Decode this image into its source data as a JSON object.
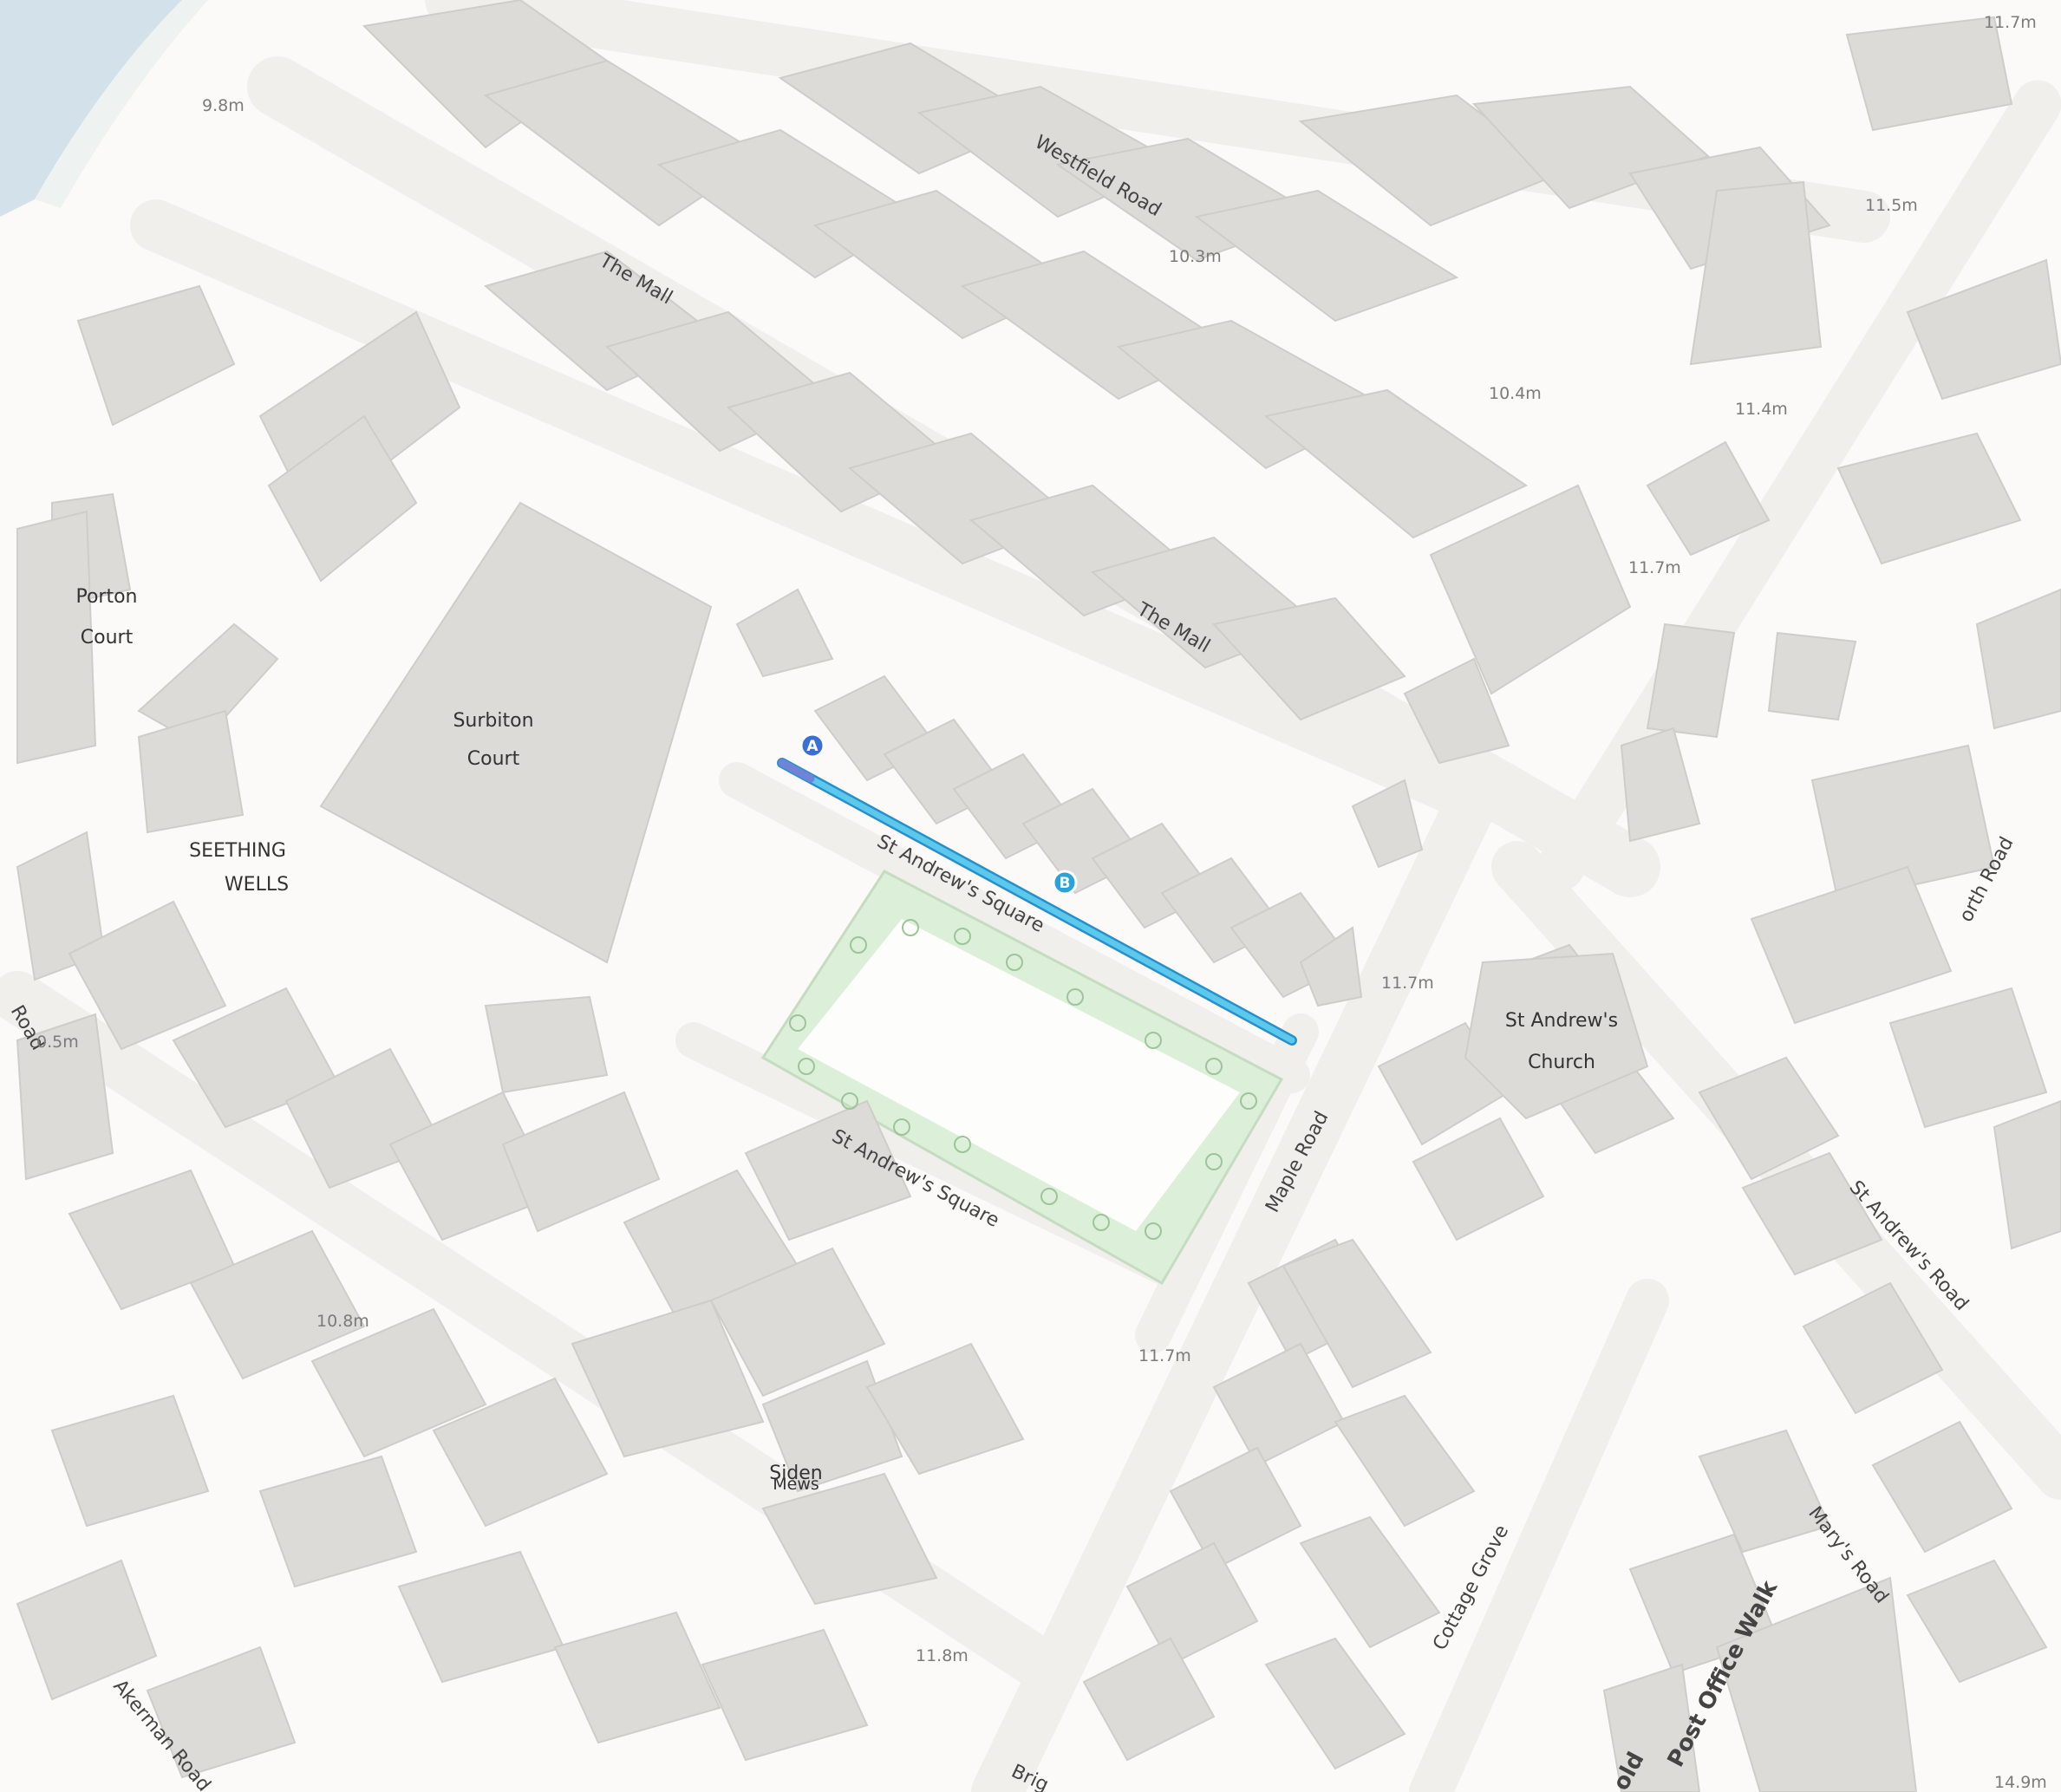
{
  "map": {
    "place_labels": [
      {
        "line1": "Porton",
        "line2": "Court"
      },
      {
        "line1": "Surbiton",
        "line2": "Court"
      },
      {
        "line1": "SEETHING",
        "line2": "WELLS"
      },
      {
        "line1": "St Andrew's",
        "line2": "Church"
      },
      {
        "line1": "Siden",
        "line2": "Mews"
      }
    ],
    "street_labels": [
      "Westfield Road",
      "The Mall",
      "The Mall",
      "St Andrew's Square",
      "St Andrew's Square",
      "Maple Road",
      "Cottage Grove",
      "St Andrew's Road",
      "orth Road",
      "Mary's Road",
      "Akerman Road",
      "Post Office Walk",
      "Road",
      "Brig",
      "old"
    ],
    "spot_heights": [
      "9.8m",
      "11.7m",
      "10.3m",
      "11.5m",
      "10.4m",
      "11.4m",
      "11.7m",
      "11.7m",
      "0.5m",
      "10.8m",
      "11.7m",
      "11.8m",
      "14.9m"
    ],
    "route": {
      "start_marker": "A",
      "end_marker": "B",
      "color": "#5bc8ee",
      "outline": "#2a8fc8",
      "marker_a_color": "#3a6fd6",
      "marker_b_color": "#2aa3d9"
    },
    "colors": {
      "background": "#fbfaf8",
      "building": "#dcdbd7",
      "building_dark": "#cfcdc9",
      "road": "#f2f1ee",
      "park": "#dcefd8",
      "water": "#d3e1ea"
    }
  }
}
